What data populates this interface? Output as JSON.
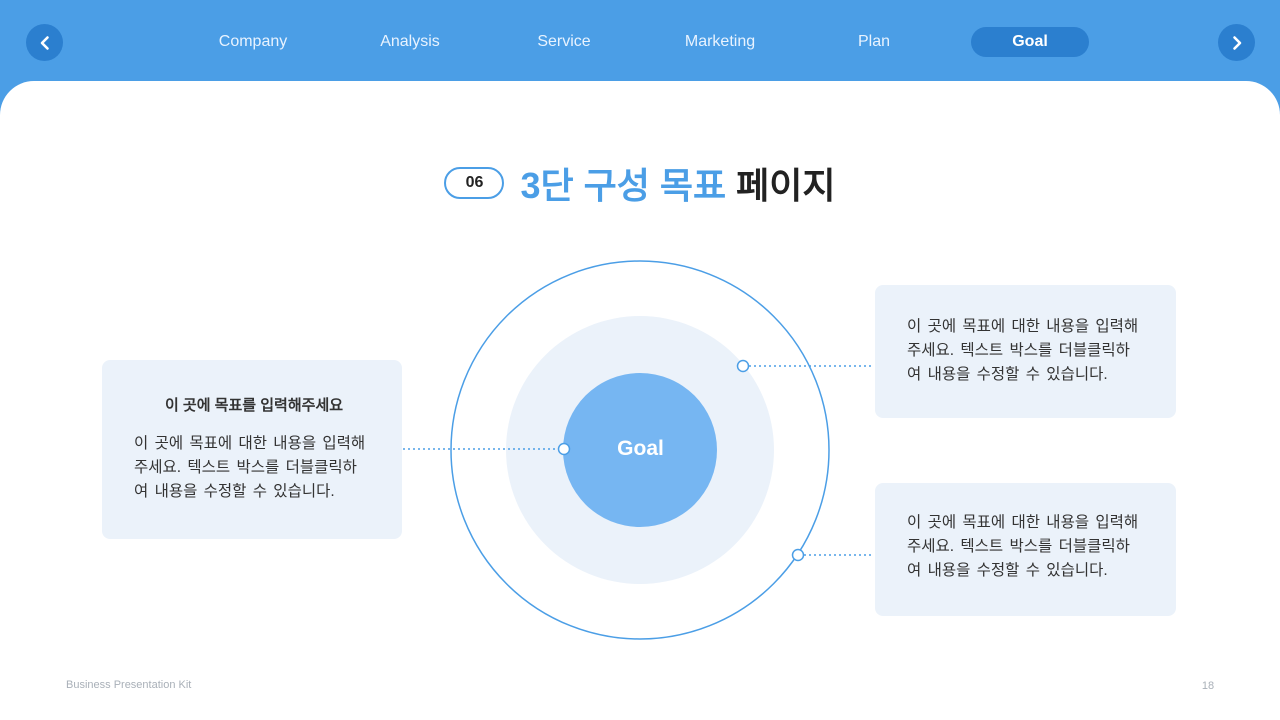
{
  "nav": {
    "tabs": [
      {
        "label": "Company"
      },
      {
        "label": "Analysis"
      },
      {
        "label": "Service"
      },
      {
        "label": "Marketing"
      },
      {
        "label": "Plan"
      },
      {
        "label": "Goal"
      }
    ],
    "active_index": 5,
    "prev_icon": "chevron-left-icon",
    "next_icon": "chevron-right-icon"
  },
  "header": {
    "number": "06",
    "title_blue": "3단 구성 목표",
    "title_dark": "페이지"
  },
  "diagram": {
    "center_label": "Goal",
    "left_box": {
      "title": "이 곳에 목표를 입력해주세요",
      "text": "이 곳에 목표에 대한 내용을 입력해\n주세요. 텍스트 박스를 더블클릭하\n여 내용을 수정할 수 있습니다."
    },
    "right_box_top": {
      "text": "이 곳에 목표에 대한 내용을 입력해\n주세요. 텍스트 박스를 더블클릭하\n여 내용을 수정할 수 있습니다."
    },
    "right_box_bottom": {
      "text": "이 곳에 목표에 대한 내용을 입력해\n주세요. 텍스트 박스를 더블클릭하\n여 내용을 수정할 수 있습니다."
    }
  },
  "colors": {
    "accent": "#4b9ee6",
    "accent_dark": "#2b7fcf",
    "box_bg": "#ebf2fa",
    "inner_circle": "#76b6f2"
  },
  "footer": {
    "brand": "Business Presentation Kit",
    "page": "18"
  }
}
